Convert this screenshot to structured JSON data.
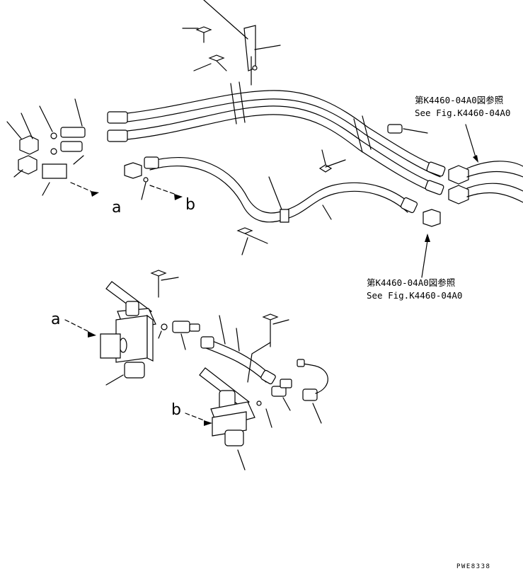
{
  "labels": {
    "a_top": "a",
    "b_top": "b",
    "a_bottom": "a",
    "b_bottom": "b"
  },
  "references": {
    "top_right_jp": "第K4460-04A0図参照",
    "top_right_en": "See Fig.K4460-04A0",
    "middle_jp": "第K4460-04A0図参照",
    "middle_en": "See Fig.K4460-04A0"
  },
  "drawing_code": "PWE8338",
  "colors": {
    "ink": "#000000",
    "paper": "#ffffff"
  }
}
